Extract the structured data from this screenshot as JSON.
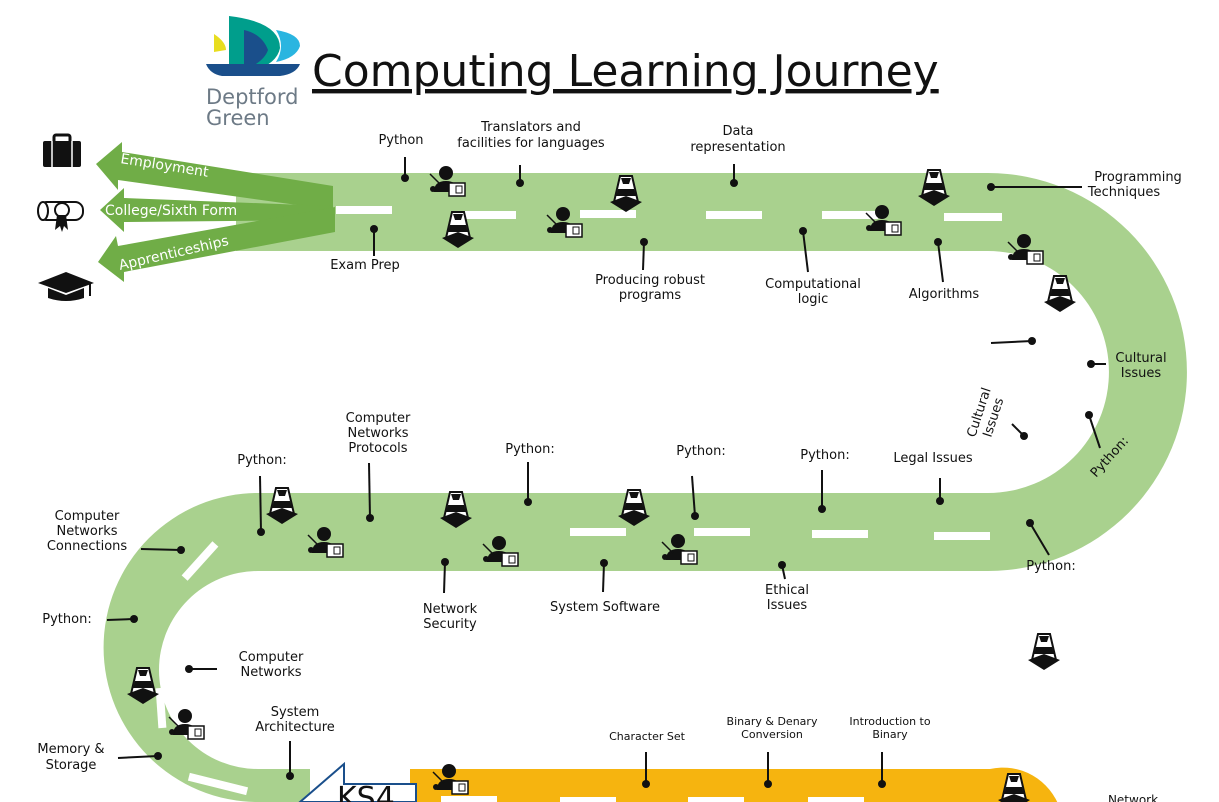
{
  "header": {
    "title": "Computing Learning Journey",
    "logo_line1": "Deptford",
    "logo_line2": "Green"
  },
  "outcomes": {
    "employment": "Employment",
    "college": "College/Sixth Form",
    "apprenticeships": "Apprenticeships"
  },
  "stage_label": "KS4",
  "topics": {
    "python_top": "Python",
    "translators_1": "Translators and",
    "translators_2": "facilities for languages",
    "data_rep_1": "Data",
    "data_rep_2": "representation",
    "prog_tech_1": "Programming",
    "prog_tech_2": "Techniques",
    "exam_prep": "Exam Prep",
    "robust_1": "Producing robust",
    "robust_2": "programs",
    "comp_logic_1": "Computational",
    "comp_logic_2": "logic",
    "algorithms": "Algorithms",
    "cultural_right_1": "Cultural",
    "cultural_right_2": "Issues",
    "cultural_rot_1": "Cultural",
    "cultural_rot_2": "Issues",
    "python_rot": "Python:",
    "legal": "Legal Issues",
    "python_mid_1": "Python:",
    "python_mid_2": "Python:",
    "python_mid_3": "Python:",
    "python_mid_4": "Python:",
    "python_right": "Python:",
    "cn_protocols_1": "Computer",
    "cn_protocols_2": "Networks",
    "cn_protocols_3": "Protocols",
    "cn_conn_1": "Computer",
    "cn_conn_2": "Networks",
    "cn_conn_3": "Connections",
    "net_sec_1": "Network",
    "net_sec_2": "Security",
    "sys_soft": "System Software",
    "ethical_1": "Ethical",
    "ethical_2": "Issues",
    "python_left": "Python:",
    "cn_1": "Computer",
    "cn_2": "Networks",
    "sys_arch_1": "System",
    "sys_arch_2": "Architecture",
    "mem_1": "Memory &",
    "mem_2": "Storage",
    "char_set": "Character Set",
    "binary_denary_1": "Binary & Denary",
    "binary_denary_2": "Conversion",
    "intro_binary_1": "Introduction to",
    "intro_binary_2": "Binary",
    "network_bottom": "Network"
  },
  "icons": {
    "outcome_icons": [
      "briefcase-icon",
      "diploma-icon",
      "graduation-cap-icon"
    ],
    "road_icons": [
      "traffic-cone-icon",
      "teacher-icon"
    ]
  },
  "colors": {
    "road_green": "#a9d18e",
    "road_orange": "#f6b40f",
    "arrow_green": "#70ad47",
    "logo_teal": "#009e8c",
    "logo_blue": "#1a4f8b",
    "logo_lightblue": "#2ab5e0",
    "logo_yellow": "#e8dd1f"
  }
}
